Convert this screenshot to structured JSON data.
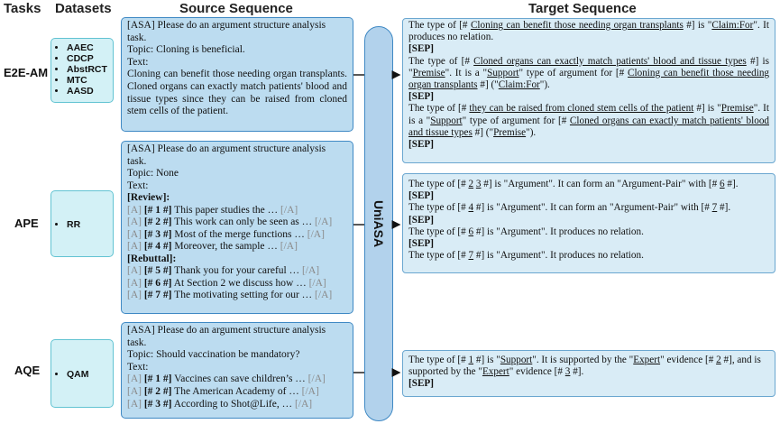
{
  "headers": {
    "tasks": "Tasks",
    "datasets": "Datasets",
    "source": "Source Sequence",
    "target": "Target Sequence"
  },
  "model": "UniASA",
  "e2e": {
    "task": "E2E-AM",
    "datasets": [
      "AAEC",
      "CDCP",
      "AbstRCT",
      "MTC",
      "AASD"
    ],
    "src": {
      "line1": "[ASA] Please do an argument structure analysis task.",
      "topic": "Topic: Cloning is beneficial.",
      "text_label": "Text:",
      "text": "Cloning can benefit those needing organ transplants. Cloned organs can exactly match patients' blood and tissue types since they can be raised from cloned stem cells of the patient."
    },
    "tgt": {
      "l1a": "The type of [# ",
      "l1b": "Cloning can benefit those needing organ transplants",
      "l1c": " #] is \"",
      "l1d": "Claim:For",
      "l1e": "\". It produces no relation.",
      "sep": "[SEP]",
      "l2a": "The type of [# ",
      "l2b": "Cloned organs can exactly match patients' blood and tissue types",
      "l2c": " #] is \"",
      "l2d": "Premise",
      "l2e": "\". It is a \"",
      "l2f": "Support",
      "l2g": "\" type of argument for [# ",
      "l2h": "Cloning can benefit those needing organ transplants",
      "l2i": " #] (\"",
      "l2j": "Claim:For",
      "l2k": "\").",
      "l3a": "The type of [# ",
      "l3b": "they can be raised from cloned stem cells of the patient",
      "l3c": " #] is \"",
      "l3d": "Premise",
      "l3e": "\". It is a \"",
      "l3f": "Support",
      "l3g": "\" type of argument for [# ",
      "l3h": "Cloned organs can exactly match patients' blood and tissue types",
      "l3i": " #] (\"",
      "l3j": "Premise",
      "l3k": "\")."
    }
  },
  "ape": {
    "task": "APE",
    "datasets": [
      "RR"
    ],
    "src": {
      "line1": "[ASA] Please do an argument structure analysis task.",
      "topic": "Topic: None",
      "text_label": "Text:",
      "review": "[Review]:",
      "rebuttal": "[Rebuttal]:",
      "open_tag": "[A]",
      "close_tag": "[/A]",
      "items": [
        {
          "id": "[# 1 #]",
          "text": " This paper studies the … "
        },
        {
          "id": "[# 2 #]",
          "text": " This work can only be seen as … "
        },
        {
          "id": "[# 3 #]",
          "text": " Most of the merge functions … "
        },
        {
          "id": "[# 4 #]",
          "text": " Moreover, the sample … "
        },
        {
          "id": "[# 5 #]",
          "text": " Thank you for your careful … "
        },
        {
          "id": "[# 6 #]",
          "text": " At Section 2 we discuss how … "
        },
        {
          "id": "[# 7 #]",
          "text": " The motivating setting for our … "
        }
      ]
    },
    "tgt": {
      "l1a": "The type of [# ",
      "l1b": "2",
      "l1c": " ",
      "l1d": "3",
      "l1e": " #] is \"Argument\". It can form an \"Argument-Pair\" with [# ",
      "l1f": "6",
      "l1g": " #].",
      "sep": "[SEP]",
      "l2a": "The type of [# ",
      "l2b": "4",
      "l2c": " #] is \"Argument\". It can form an \"Argument-Pair\" with [# ",
      "l2d": "7",
      "l2e": " #].",
      "l3a": "The type of [# ",
      "l3b": "6",
      "l3c": " #] is \"Argument\". It produces no relation.",
      "l4a": "The type of [# ",
      "l4b": "7",
      "l4c": " #] is \"Argument\". It produces no relation."
    }
  },
  "aqe": {
    "task": "AQE",
    "datasets": [
      "QAM"
    ],
    "src": {
      "line1": "[ASA] Please do an argument structure analysis task.",
      "topic": "Topic: Should vaccination be mandatory?",
      "text_label": "Text:",
      "open_tag": "[A]",
      "close_tag": "[/A]",
      "items": [
        {
          "id": "[# 1 #]",
          "text": " Vaccines can save children’s … "
        },
        {
          "id": "[# 2 #]",
          "text": " The American Academy of … "
        },
        {
          "id": "[# 3 #]",
          "text": " According to Shot@Life, … "
        }
      ]
    },
    "tgt": {
      "l1a": "The type of [# ",
      "l1b": "1",
      "l1c": " #] is \"",
      "l1d": "Support",
      "l1e": "\". It is supported by the \"",
      "l1f": "Expert",
      "l1g": "\" evidence [# ",
      "l1h": "2",
      "l1i": " #], and is supported by the \"",
      "l1j": "Expert",
      "l1k": "\" evidence [# ",
      "l1l": "3",
      "l1m": " #].",
      "sep": "[SEP]"
    }
  }
}
